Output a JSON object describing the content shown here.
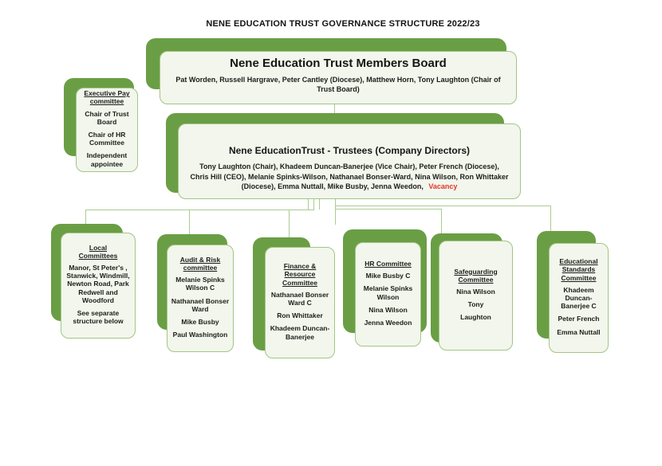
{
  "page_title": "NENE EDUCATION TRUST GOVERNANCE STRUCTURE 2022/23",
  "colors": {
    "accent_green": "#6a9e45",
    "box_background": "#f2f6ec",
    "box_border": "#a3c585",
    "connector": "#abcb92",
    "vacancy_red": "#e6342b",
    "text": "#1d1d1b"
  },
  "members_board": {
    "title": "Nene Education Trust Members Board",
    "members": "Pat Worden, Russell Hargrave, Peter Cantley (Diocese), Matthew Horn, Tony Laughton (Chair of Trust Board)"
  },
  "trustees": {
    "title": "Nene EducationTrust - Trustees (Company Directors)",
    "members": "Tony Laughton (Chair), Khadeem Duncan-Banerjee (Vice Chair), Peter French (Diocese), Chris Hill (CEO), Melanie Spinks-Wilson, Nathanael Bonser-Ward, Nina Wilson, Ron Whittaker (Diocese), Emma Nuttall, Mike Busby, Jenna Weedon, ",
    "vacancy": "Vacancy"
  },
  "executive_pay_committee": {
    "title": "Executive Pay committee",
    "items": [
      "Chair of Trust Board",
      "Chair of HR Committee",
      "Independent appointee"
    ]
  },
  "committees": [
    {
      "title": "Local Committees",
      "items": [
        "Manor, St Peter's , Stanwick, Windmill, Newton Road, Park Redwell and Woodford",
        "See separate structure below"
      ]
    },
    {
      "title": "Audit & Risk committee",
      "items": [
        "Melanie Spinks Wilson C",
        "Nathanael Bonser Ward",
        "Mike Busby",
        "Paul Washington"
      ]
    },
    {
      "title": "Finance  & Resource Committee",
      "items": [
        "Nathanael Bonser Ward C",
        "Ron Whittaker",
        "Khadeem Duncan-Banerjee"
      ]
    },
    {
      "title": "HR Committee",
      "items": [
        "Mike Busby C",
        "Melanie Spinks Wilson",
        "Nina Wilson",
        "Jenna Weedon"
      ]
    },
    {
      "title": "Safeguarding Committee",
      "items": [
        "Nina Wilson",
        "Tony",
        "Laughton"
      ]
    },
    {
      "title": "Educational Standards Committee",
      "items": [
        "Khadeem Duncan-Banerjee C",
        "Peter  French",
        "Emma Nuttall"
      ]
    }
  ]
}
